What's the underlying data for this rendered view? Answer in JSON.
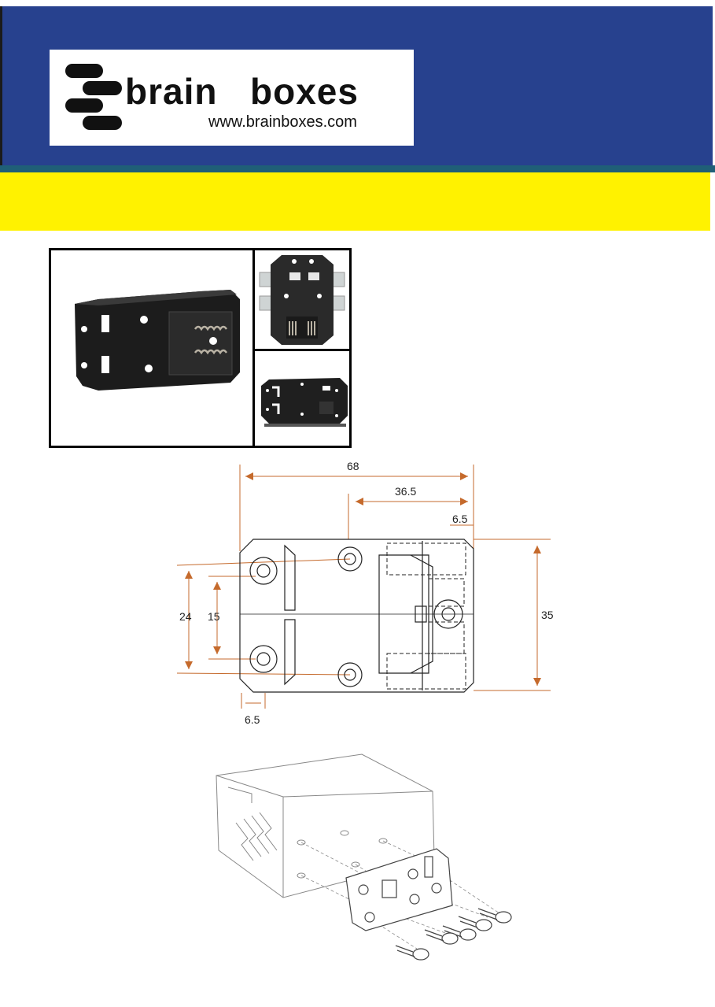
{
  "header": {
    "brand_word1": "brain",
    "brand_word2": "boxes",
    "url": "www.brainboxes.com",
    "colors": {
      "blue_band": "#27418e",
      "teal_line": "#1f5f77",
      "yellow_band": "#fff200"
    }
  },
  "photos": {
    "main": "din-rail-clip-front-photo",
    "top_right": "din-rail-clip-on-rail-photo",
    "bottom_right": "din-rail-clip-back-photo"
  },
  "drawing": {
    "dim_overall_width": "68",
    "dim_hole_offset": "36.5",
    "dim_edge_right": "6.5",
    "dim_height": "35",
    "dim_hole_spacing_outer": "24",
    "dim_hole_spacing_inner": "15",
    "dim_edge_left": "6.5",
    "dimension_color": "#c56a2c"
  },
  "assembly": {
    "description_icon": "exploded-assembly-diagram"
  }
}
